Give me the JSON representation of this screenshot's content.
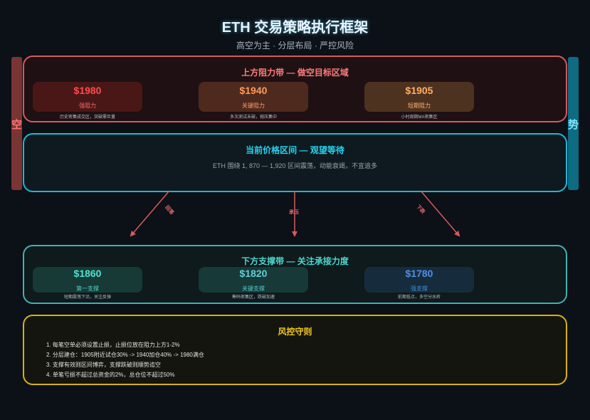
{
  "title": "ETH 交易策略执行框架",
  "subtitle": "高空为主 · 分层布局 · 严控风险",
  "side_left_label": "空",
  "side_right_label": "势",
  "resistance": {
    "title": "上方阻力带 — 做空目标区域",
    "cards": [
      {
        "price": "$1980",
        "label": "强阻力",
        "note": "历史密集成交区，突破需巨量",
        "bg": "#4a1717",
        "price_color": "#ff4d4d",
        "label_color": "#ff6b6b"
      },
      {
        "price": "$1940",
        "label": "关键阻力",
        "note": "多次测试未破，抛压集中",
        "bg": "#4e2a1e",
        "price_color": "#ff9a5a",
        "label_color": "#ff9a6a"
      },
      {
        "price": "$1905",
        "label": "短期阻力",
        "note": "小时周期MA密集区",
        "bg": "#4e3220",
        "price_color": "#ffb066",
        "label_color": "#ffb072"
      }
    ]
  },
  "current": {
    "title": "当前价格区间 — 观望等待",
    "desc": "ETH 围绕 1, 870 — 1,920 区间震荡，动能衰竭，不宜追多"
  },
  "arrows": [
    "回落",
    "承压",
    "下跌"
  ],
  "support": {
    "title": "下方支撑带 — 关注承接力度",
    "cards": [
      {
        "price": "$1860",
        "label": "第一支撑",
        "note": "短期震荡下沿，关注反弹",
        "bg": "#173a36",
        "price_color": "#4de3d3",
        "label_color": "#4ad6c6"
      },
      {
        "price": "$1820",
        "label": "关键支撑",
        "note": "筹码密集区，跌破加速",
        "bg": "#173938",
        "price_color": "#5fcfd8",
        "label_color": "#52c9c9"
      },
      {
        "price": "$1780",
        "label": "强支撑",
        "note": "前期低点，多空分水岭",
        "bg": "#162c3d",
        "price_color": "#4f8ee6",
        "label_color": "#3f8fd8"
      }
    ]
  },
  "risk": {
    "title": "风控守则",
    "rules": [
      "1. 每笔空单必须设置止损，止损位放在阻力上方1-2%",
      "2. 分层建仓：1905附近试仓30% -> 1940加仓40% -> 1980满仓",
      "3. 支撑有效则区间博弈，支撑跌破则顺势追空",
      "4. 单笔亏损不超过总资金的2%，总仓位不超过50%"
    ]
  },
  "colors": {
    "background": "#0c1017",
    "resistance": "#d7585c",
    "current": "#1db8d6",
    "support": "#3fb3b1",
    "risk": "#d7b20f",
    "arrow": "#d85a5a"
  }
}
